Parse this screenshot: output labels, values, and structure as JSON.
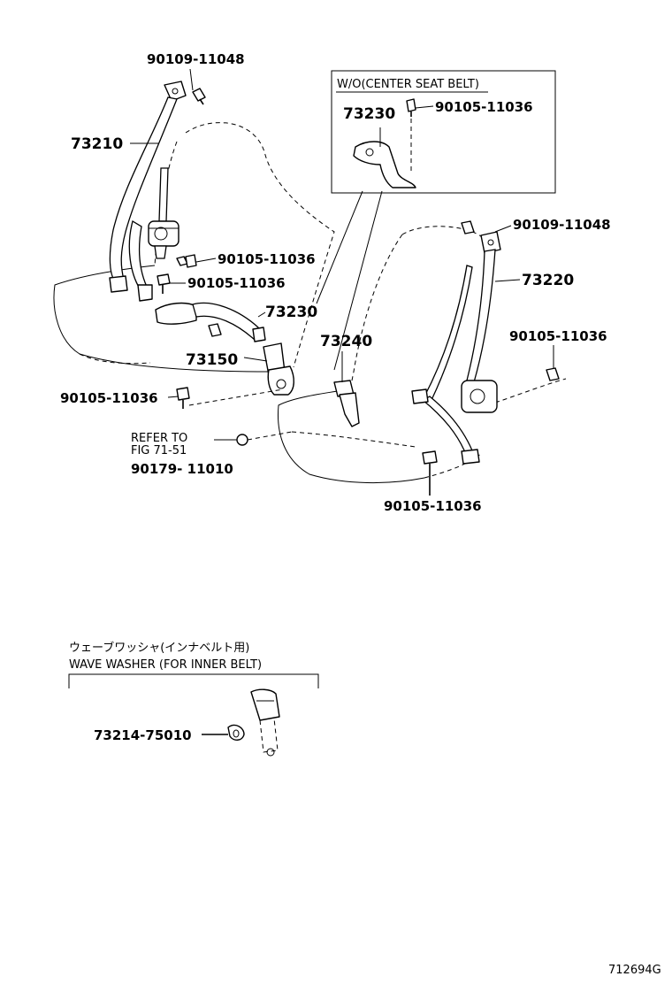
{
  "labels": {
    "l1": "90109-11048",
    "l2": "73210",
    "l3": "90105-11036",
    "l4": "90105-11036",
    "l5": "73230",
    "l6": "73150",
    "l7": "90105-11036",
    "l8": "REFER TO",
    "l9": "FIG  71-51",
    "l10": "90179- 11010",
    "l11": "73240",
    "l12": "90109-11048",
    "l13": "73220",
    "l14": "90105-11036",
    "l15": "90105-11036"
  },
  "inset_center": {
    "title": "W/O(CENTER SEAT BELT)",
    "part": "73230",
    "bolt": "90105-11036"
  },
  "inset_washer": {
    "title_jp": "ウェーブワッシャ(インナベルト用)",
    "title_en": "WAVE WASHER (FOR INNER BELT)",
    "part": "73214-75010"
  },
  "figure_id": "712694G"
}
